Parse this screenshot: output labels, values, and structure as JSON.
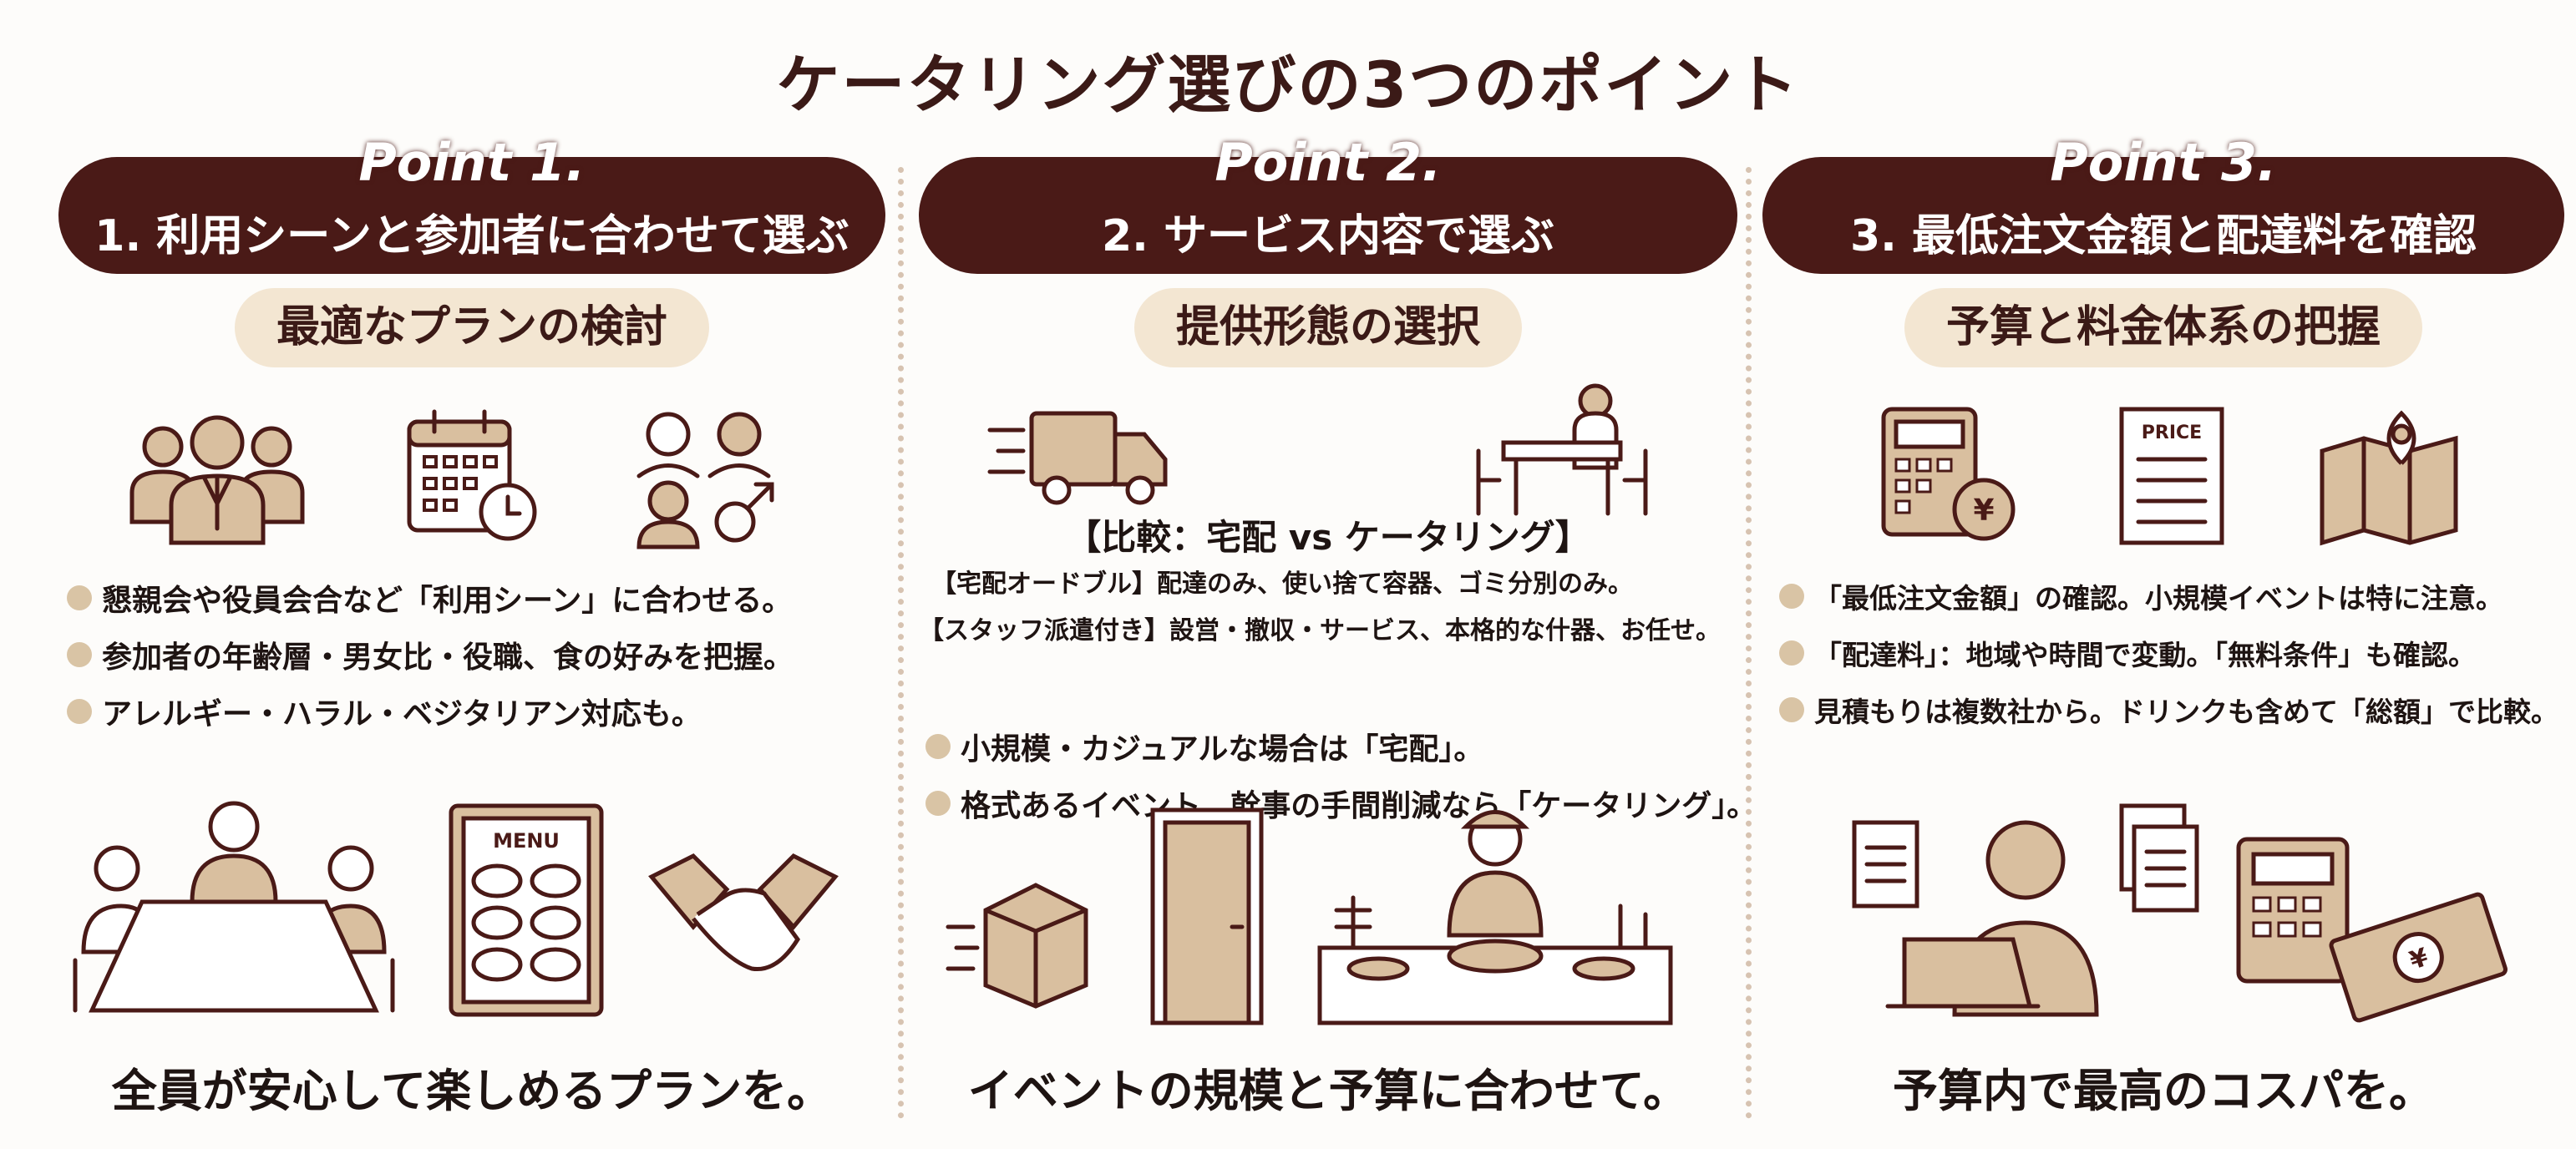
{
  "title": "ケータリング選びの3つのポイント",
  "columns": [
    {
      "point": "Point 1.",
      "heading": "1. 利用シーンと参加者に合わせて選ぶ",
      "subheading": "最適なプランの検討",
      "icons": [
        "business-group-icon",
        "calendar-clock-icon",
        "diverse-people-icon"
      ],
      "bullets": [
        "懇親会や役員会合など「利用シーン」に合わせる。",
        "参加者の年齢層・男女比・役職、食の好みを把握。",
        "アレルギー・ハラル・ベジタリアン対応も。"
      ],
      "illustration_menu_label": "MENU",
      "caption": "全員が安心して楽しめるプランを。"
    },
    {
      "point": "Point 2.",
      "heading": "2. サービス内容で選ぶ",
      "subheading": "提供形態の選択",
      "icons": [
        "delivery-truck-icon",
        "staff-table-setup-icon"
      ],
      "comparison_title": "【比較：宅配 vs ケータリング】",
      "comparison": [
        "【宅配オードブル】配達のみ、使い捨て容器、ゴミ分別のみ。",
        "【スタッフ派遣付き】設営・撤収・サービス、本格的な什器、お任せ。"
      ],
      "bullets": [
        "小規模・カジュアルな場合は「宅配」。",
        "格式あるイベント、幹事の手間削減なら「ケータリング」。"
      ],
      "caption": "イベントの規模と予算に合わせて。"
    },
    {
      "point": "Point 3.",
      "heading": "3. 最低注文金額と配達料を確認",
      "subheading": "予算と料金体系の把握",
      "icons": [
        "calculator-yen-icon",
        "price-list-icon",
        "map-pin-icon"
      ],
      "price_label": "PRICE",
      "yen_symbol": "¥",
      "bullets": [
        "「最低注文金額」の確認。小規模イベントは特に注意。",
        "「配達料」：地域や時間で変動。「無料条件」も確認。",
        "見積もりは複数社から。ドリンクも含めて「総額」で比較。"
      ],
      "caption": "予算内で最高のコスパを。"
    }
  ],
  "colors": {
    "banner": "#4a1a17",
    "pill": "#f3e6d2",
    "bullet": "#d9c4a5",
    "icon_fill": "#d9bf9f"
  }
}
